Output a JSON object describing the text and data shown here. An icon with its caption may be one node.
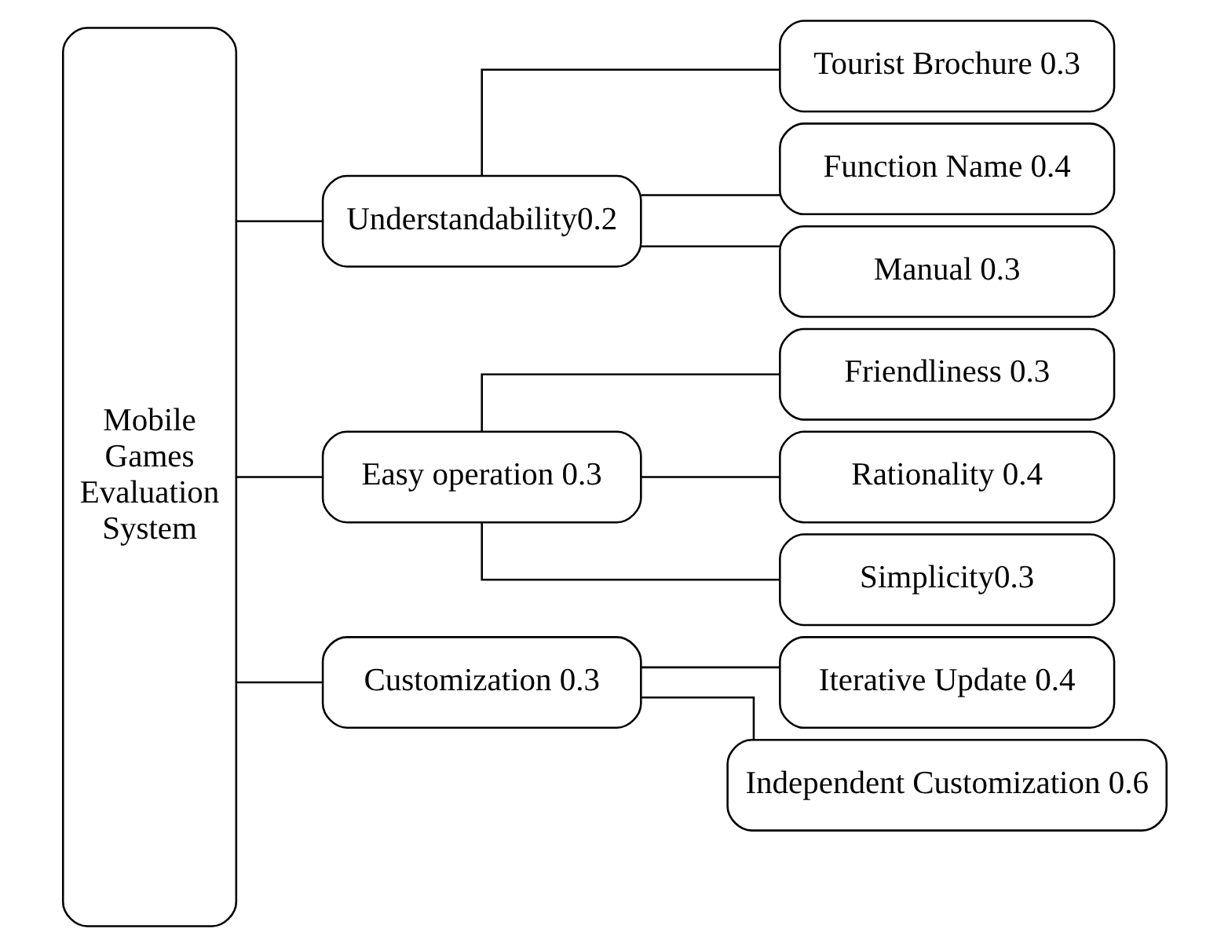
{
  "diagram": {
    "nodes": [
      {
        "text": [
          "Mobile Games Evaluation System"
        ]
      },
      {
        "text": [
          "Understandability0.2"
        ]
      },
      {
        "text": [
          "Easy operation 0.3"
        ]
      },
      {
        "text": [
          "Customization 0.3"
        ]
      },
      {
        "text": [
          "Tourist Brochure 0.3"
        ]
      },
      {
        "text": [
          "Function Name 0.4"
        ]
      },
      {
        "text": [
          "Manual 0.3"
        ]
      },
      {
        "text": [
          "Friendliness 0.3"
        ]
      },
      {
        "text": [
          "Rationality 0.4"
        ]
      },
      {
        "text": [
          "Simplicity0.3"
        ]
      },
      {
        "text": [
          "Iterative Update 0.4"
        ]
      },
      {
        "text": [
          "Independent Customization 0.6"
        ]
      }
    ],
    "edges": [
      {
        "from": 0,
        "to": 1,
        "arrow": "none"
      },
      {
        "from": 0,
        "to": 2,
        "arrow": "none"
      },
      {
        "from": 0,
        "to": 3,
        "arrow": "none"
      },
      {
        "from": 1,
        "to": 4,
        "arrow": "none"
      },
      {
        "from": 1,
        "to": 5,
        "arrow": "none"
      },
      {
        "from": 1,
        "to": 6,
        "arrow": "none"
      },
      {
        "from": 2,
        "to": 7,
        "arrow": "none"
      },
      {
        "from": 2,
        "to": 8,
        "arrow": "none"
      },
      {
        "from": 2,
        "to": 9,
        "arrow": "none"
      },
      {
        "from": 3,
        "to": 10,
        "arrow": "none"
      },
      {
        "from": 3,
        "to": 11,
        "arrow": "none"
      }
    ]
  }
}
